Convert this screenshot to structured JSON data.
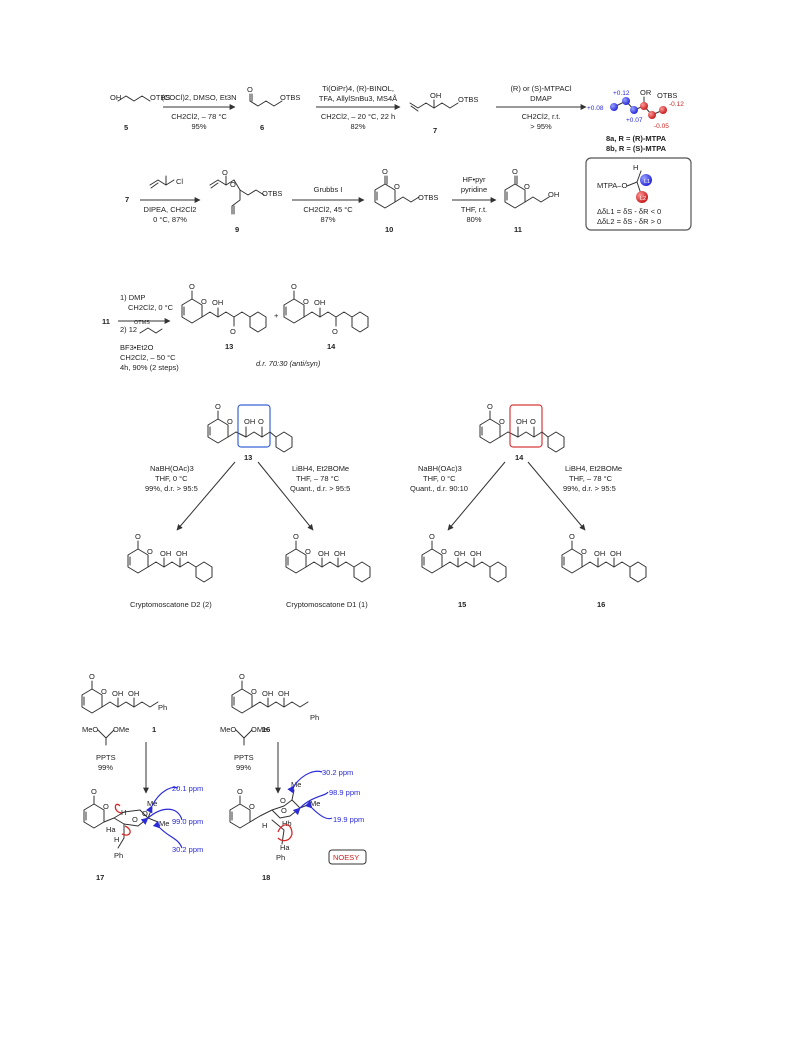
{
  "colors": {
    "ink": "#222222",
    "blue": "#2a2ad8",
    "red": "#cc2222",
    "box_blue": "#3a63d6",
    "box_red": "#d63a3a"
  },
  "row1": {
    "c5": {
      "label": "5",
      "groups": [
        "OH",
        "OTBS"
      ]
    },
    "step1": {
      "above": "(COCl)2, DMSO, Et3N",
      "below": [
        "CH2Cl2, – 78 °C",
        "95%"
      ]
    },
    "c6": {
      "label": "6",
      "groups": [
        "O",
        "OTBS"
      ]
    },
    "step2": {
      "above": [
        "Ti(OiPr)4, (R)-BINOL,",
        "TFA, AllylSnBu3, MS4Å"
      ],
      "below": [
        "CH2Cl2, – 20 °C, 22 h",
        "82%"
      ]
    },
    "c7": {
      "label": "7",
      "groups": [
        "OH",
        "OTBS"
      ]
    },
    "step3": {
      "above": [
        "(R) or (S)-MTPACl",
        "DMAP"
      ],
      "below": [
        "CH2Cl2, r.t.",
        "> 95%"
      ]
    },
    "c8": {
      "groups": [
        "OR",
        "OTBS"
      ],
      "values": [
        "+0.12",
        "+0.08",
        "+0.07",
        "-0.05",
        "-0.12"
      ],
      "labels": [
        "8a, R = (R)-MTPA",
        "8b, R = (S)-MTPA"
      ]
    }
  },
  "box": {
    "mtpa": "MTPA–O",
    "h": "H",
    "l1": "L1",
    "l2": "L2",
    "eq1": "ΔδL1 = δS - δR < 0",
    "eq2": "ΔδL2 = δS - δR > 0"
  },
  "row2": {
    "c7": "7",
    "reagent": "Cl",
    "step1": {
      "below": [
        "DIPEA, CH2Cl2",
        "0 °C, 87%"
      ]
    },
    "c9": {
      "label": "9",
      "groups": [
        "O",
        "O",
        "OTBS"
      ]
    },
    "step2": {
      "above": "Grubbs I",
      "below": [
        "CH2Cl2, 45 °C",
        "87%"
      ]
    },
    "c10": {
      "label": "10",
      "groups": [
        "O",
        "O",
        "OTBS"
      ]
    },
    "step3": {
      "above": [
        "HF•pyr",
        "pyridine"
      ],
      "below": [
        "THF, r.t.",
        "80%"
      ]
    },
    "c11": {
      "label": "11",
      "groups": [
        "O",
        "O",
        "OH"
      ]
    }
  },
  "row3": {
    "start": "11",
    "cond": [
      "1) DMP",
      "CH2Cl2, 0 °C",
      "2) 12",
      "OTMS",
      "BF3•Et2O",
      "CH2Cl2, – 50 °C",
      "4h, 90% (2 steps)"
    ],
    "c13": {
      "label": "13",
      "groups": [
        "O",
        "O",
        "OH",
        "O"
      ]
    },
    "c14": {
      "label": "14",
      "groups": [
        "O",
        "O",
        "OH",
        "O"
      ]
    },
    "plus": "+",
    "dr": "d.r. 70:30 (anti/syn)"
  },
  "row4": {
    "c13": "13",
    "c14": "14",
    "groups": [
      "O",
      "O",
      "OH",
      "O"
    ],
    "condA": [
      "NaBH(OAc)3",
      "THF, 0 °C",
      "99%, d.r. > 95:5"
    ],
    "condB": [
      "LiBH4, Et2BOMe",
      "THF, – 78 °C",
      "Quant., d.r. > 95:5"
    ],
    "condC": [
      "NaBH(OAc)3",
      "THF, 0 °C",
      "Quant., d.r. 90:10"
    ],
    "condD": [
      "LiBH4, Et2BOMe",
      "THF, – 78 °C",
      "99%, d.r. > 95:5"
    ],
    "p2": "Cryptomoscatone D2 (2)",
    "p1": "Cryptomoscatone D1 (1)",
    "p15": "15",
    "p16": "16",
    "diol": [
      "OH",
      "OH"
    ]
  },
  "row5": {
    "c1": {
      "label": "1",
      "groups": [
        "O",
        "O",
        "OH",
        "OH",
        "Ph"
      ]
    },
    "c16": {
      "label": "16",
      "groups": [
        "O",
        "O",
        "OH",
        "OH",
        "Ph"
      ]
    },
    "reagent": {
      "meo": "MeO",
      "ome": "OMe",
      "cond": [
        "PPTS",
        "99%"
      ]
    },
    "c17": {
      "label": "17",
      "shifts": [
        "20.1 ppm",
        "99.0 ppm",
        "30.2 ppm"
      ],
      "atoms": [
        "H",
        "Ha",
        "Me",
        "Me",
        "Ph",
        "O",
        "O",
        "O",
        "O",
        "H"
      ]
    },
    "c18": {
      "label": "18",
      "shifts": [
        "30.2 ppm",
        "98.9 ppm",
        "19.9 ppm"
      ],
      "atoms": [
        "Me",
        "Me",
        "Ph",
        "Ha",
        "Hb",
        "H",
        "O",
        "O",
        "O",
        "O"
      ]
    },
    "noesy": "NOESY"
  }
}
